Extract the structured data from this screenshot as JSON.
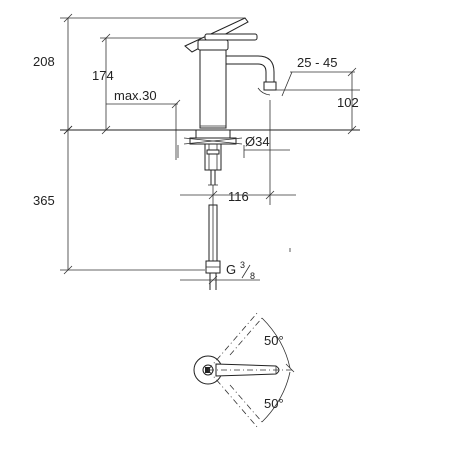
{
  "dimensions": {
    "total_height": "208",
    "spout_height": "174",
    "max_thickness": "max.30",
    "swivel_range": "25 - 45",
    "outlet_height": "102",
    "hole_diameter": "Ø34",
    "below_height": "365",
    "reach": "116",
    "connection_thread": "G",
    "connection_fraction_num": "3",
    "connection_fraction_den": "8",
    "angle_upper": "50°",
    "angle_lower": "50°"
  },
  "colors": {
    "line": "#222222",
    "background": "#ffffff"
  }
}
